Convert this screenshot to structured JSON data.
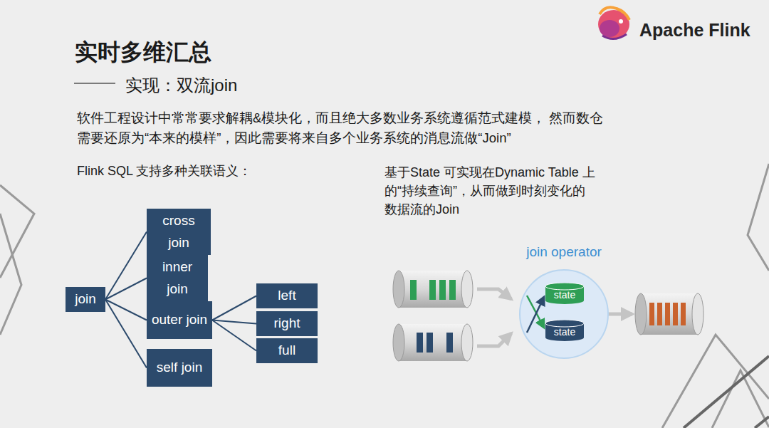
{
  "diagram": {
    "title": "实时多维汇总",
    "nodes": [
      {
        "text": [
          "join"
        ]
      },
      {
        "text": [
          "cross join"
        ]
      },
      {
        "text": [
          "inner join"
        ]
      },
      {
        "text": [
          "outer join"
        ]
      },
      {
        "text": [
          "left"
        ]
      },
      {
        "text": [
          "right"
        ]
      },
      {
        "text": [
          "full"
        ]
      },
      {
        "text": [
          "self join"
        ]
      },
      {
        "text": [
          "join operator"
        ]
      },
      {
        "text": [
          "state"
        ],
        "in": 8
      },
      {
        "text": [
          "state"
        ],
        "in": 8
      }
    ],
    "edges": [
      {
        "from": 0,
        "to": 1,
        "arrow": "none"
      },
      {
        "from": 0,
        "to": 2,
        "arrow": "none"
      },
      {
        "from": 0,
        "to": 3,
        "arrow": "none"
      },
      {
        "from": 0,
        "to": 7,
        "arrow": "none"
      },
      {
        "from": 3,
        "to": 4,
        "arrow": "none"
      },
      {
        "from": 3,
        "to": 5,
        "arrow": "none"
      },
      {
        "from": 3,
        "to": 6,
        "arrow": "none"
      }
    ],
    "labels": [
      "实现：双流join",
      "软件工程设计中常常要求解耦&模块化，而且绝大多数业务系统遵循范式建模， 然而数仓需要还原为“本来的模样”，因此需要将来自多个业务系统的消息流做“Join”",
      "Flink SQL 支持多种关联语义：",
      "基于State 可实现在Dynamic Table 上的“持续查询”，从而做到时刻变化的数据流的Join",
      "Apache Flink"
    ]
  }
}
